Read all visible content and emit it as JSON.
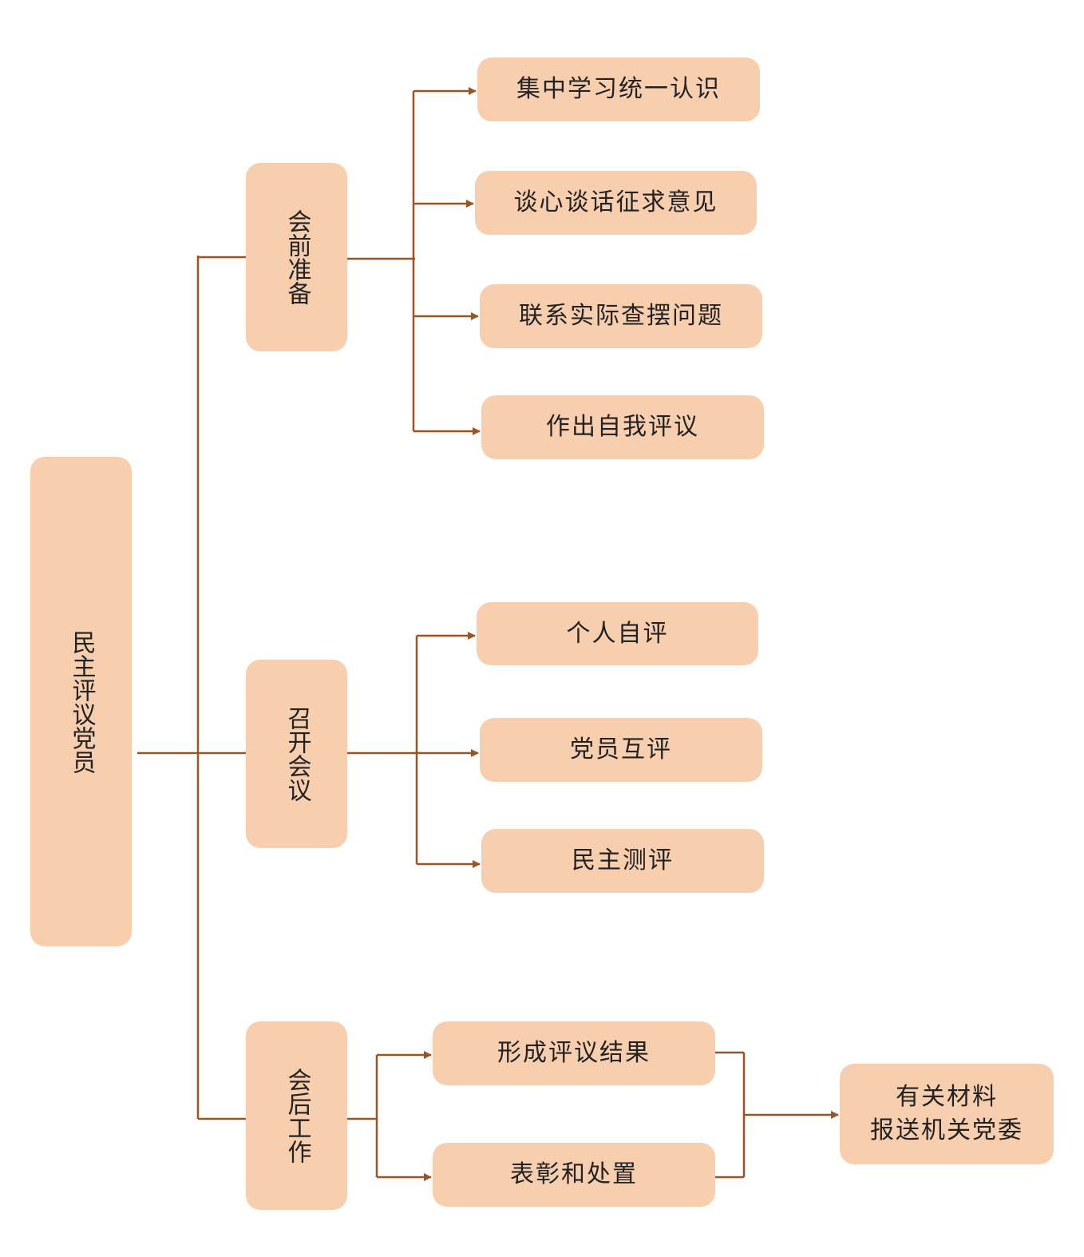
{
  "colors": {
    "box": "#f8cfae",
    "line": "#9a5524"
  },
  "root": "民主评议党员",
  "stages": [
    {
      "label": "会前准备",
      "steps": [
        "集中学习统一认识",
        "谈心谈话征求意见",
        "联系实际查摆问题",
        "作出自我评议"
      ]
    },
    {
      "label": "召开会议",
      "steps": [
        "个人自评",
        "党员互评",
        "民主测评"
      ]
    },
    {
      "label": "会后工作",
      "steps": [
        "形成评议结果",
        "表彰和处置"
      ]
    }
  ],
  "final": {
    "line1": "有关材料",
    "line2": "报送机关党委"
  }
}
